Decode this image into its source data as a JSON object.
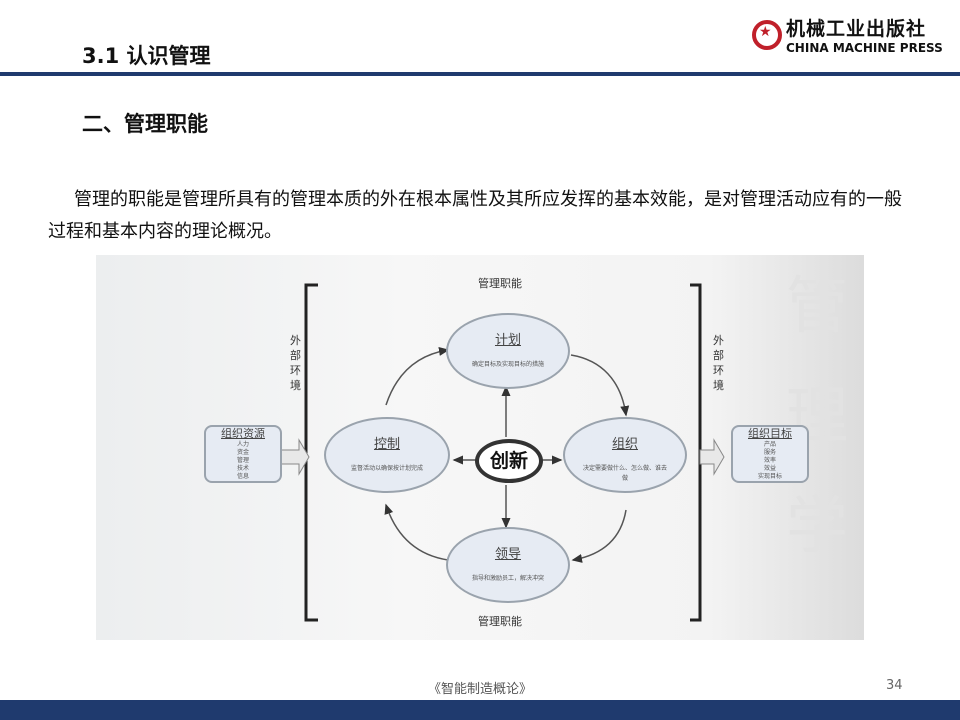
{
  "header": {
    "section": "3.1 认识管理",
    "logo_cn": "机械工业出版社",
    "logo_en": "CHINA MACHINE PRESS"
  },
  "heading": "二、管理职能",
  "paragraph": "管理的职能是管理所具有的管理本质的外在根本属性及其所应发挥的基本效能，是对管理活动应有的一般过程和基本内容的理论概况。",
  "diagram": {
    "top_label": "管理职能",
    "bottom_label": "管理职能",
    "env_left": "外部环境",
    "env_right": "外部环境",
    "center": "创新",
    "plan": {
      "title": "计划",
      "desc": "确定目标及实现目标的措施"
    },
    "organize": {
      "title": "组织",
      "desc": "决定需要做什么、怎么做、谁去做"
    },
    "lead": {
      "title": "领导",
      "desc": "指导和激励员工，解决冲突"
    },
    "control": {
      "title": "控制",
      "desc": "监督活动以确保按计划完成"
    },
    "resources": {
      "title": "组织资源",
      "items": [
        "人力",
        "资金",
        "管理",
        "技术",
        "信息"
      ]
    },
    "goals": {
      "title": "组织目标",
      "items": [
        "产品",
        "服务",
        "效率",
        "效益",
        "实现目标"
      ]
    },
    "watermark": [
      "管",
      "理",
      "学"
    ]
  },
  "footer": {
    "book": "《智能制造概论》",
    "page": "34"
  }
}
